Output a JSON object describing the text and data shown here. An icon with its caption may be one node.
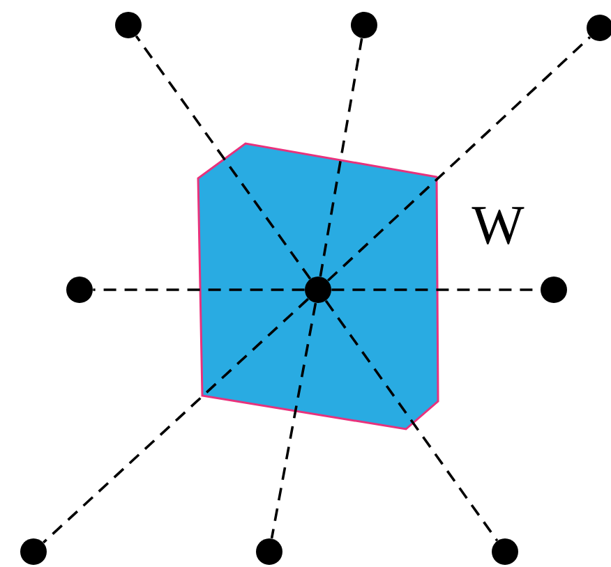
{
  "diagram": {
    "nodes": [
      {
        "text": [
          "W"
        ]
      },
      {
        "text": [],
        "shape": "circle"
      },
      {
        "text": [],
        "shape": "circle"
      },
      {
        "text": [],
        "shape": "circle"
      },
      {
        "text": [],
        "shape": "circle"
      },
      {
        "text": [],
        "shape": "circle",
        "in": 0
      },
      {
        "text": [],
        "shape": "circle"
      },
      {
        "text": [],
        "shape": "circle"
      },
      {
        "text": [],
        "shape": "circle"
      },
      {
        "text": [],
        "shape": "circle"
      }
    ],
    "edges": [
      {
        "from": 5,
        "to": 1,
        "arrow": "none",
        "style": "dashed"
      },
      {
        "from": 5,
        "to": 2,
        "arrow": "none",
        "style": "dashed"
      },
      {
        "from": 5,
        "to": 3,
        "arrow": "none",
        "style": "dashed"
      },
      {
        "from": 5,
        "to": 4,
        "arrow": "none",
        "style": "dashed"
      },
      {
        "from": 5,
        "to": 6,
        "arrow": "none",
        "style": "dashed"
      },
      {
        "from": 5,
        "to": 7,
        "arrow": "none",
        "style": "dashed"
      },
      {
        "from": 5,
        "to": 8,
        "arrow": "none",
        "style": "dashed"
      },
      {
        "from": 5,
        "to": 9,
        "arrow": "none",
        "style": "dashed"
      }
    ]
  }
}
